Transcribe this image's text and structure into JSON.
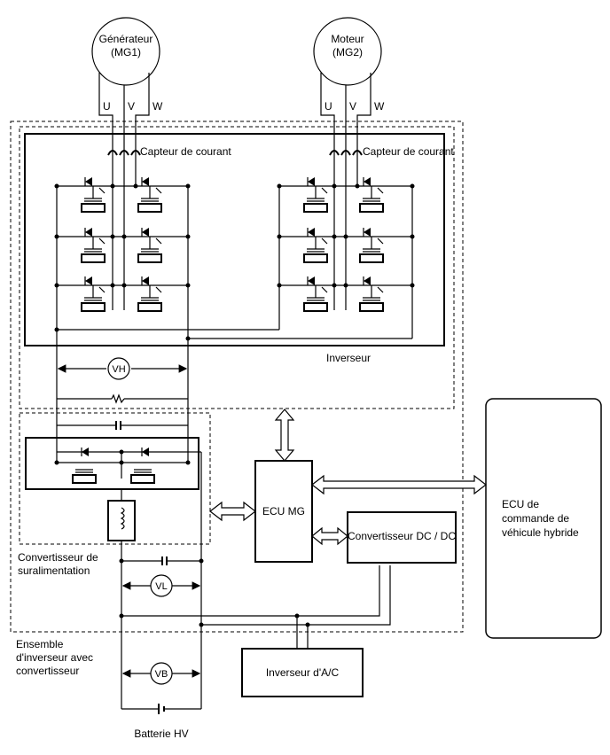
{
  "labels": {
    "generator": [
      "Générateur",
      "(MG1)"
    ],
    "motor": [
      "Moteur",
      "(MG2)"
    ],
    "phase_u": "U",
    "phase_v": "V",
    "phase_w": "W",
    "current_sensor": "Capteur de courant",
    "inverter": "Inverseur",
    "vh": "VH",
    "vl": "VL",
    "vb": "VB",
    "boost_converter": [
      "Convertisseur de",
      "suralimentation"
    ],
    "inverter_assembly": [
      "Ensemble",
      "d'inverseur avec",
      "convertisseur"
    ],
    "ecu_mg": "ECU MG",
    "dc_dc_converter": "Convertisseur DC / DC",
    "ac_inverter": "Inverseur d'A/C",
    "hybrid_ecu": [
      "ECU de",
      "commande de",
      "véhicule hybride"
    ],
    "hv_battery": "Batterie HV"
  }
}
